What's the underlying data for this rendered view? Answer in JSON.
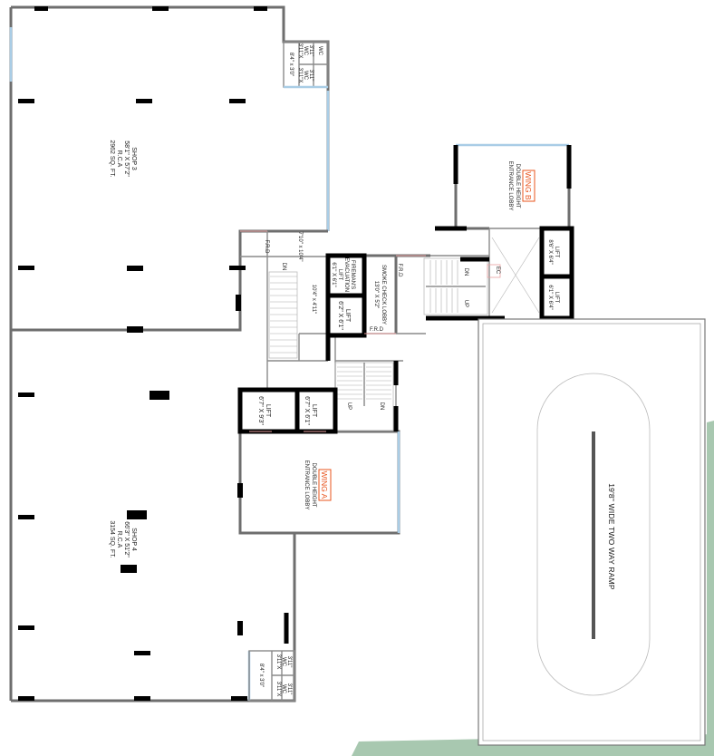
{
  "labels": {
    "shop3": [
      "SHOP 3",
      "58'1\" X 57'2\"",
      "R.C.A",
      "2962 SQ. FT."
    ],
    "shop4": [
      "SHOP 4",
      "66'3\" X 51'2\"",
      "R.C.A",
      "3154 SQ. FT."
    ],
    "wing_a": {
      "tag": "WING A",
      "lines": [
        "DOUBLE HEIGHT",
        "ENTRANCE LOBBY"
      ]
    },
    "wing_b": {
      "tag": "WING B",
      "lines": [
        "DOUBLE HEIGHT",
        "ENTRANCE LOBBY"
      ]
    },
    "ramp": "19'8\" WIDE TWO WAY RAMP",
    "lift_a1": [
      "LIFT",
      "6'7\" X 9'3\""
    ],
    "lift_a2": [
      "LIFT",
      "6'7\" X 6'1\""
    ],
    "lift_c": [
      "LIFT",
      "6'2\" X 6'1\""
    ],
    "lift_b1": [
      "LIFT",
      "8'6\" X 6'4\""
    ],
    "lift_b2": [
      "LIFT",
      "6'1\" X 6'4\""
    ],
    "firemans_lift": [
      "FIREMAN'S",
      "EVACUATION",
      "LIFT",
      "6'1\" X 6'1\""
    ],
    "smoke_lobby": [
      "SMOKE CHECK LOBBY",
      "13'0\" X 5'2\""
    ],
    "passage_top": "7'10\" x 10'4\"",
    "passage_mid": "10'4\" x 4'11\"",
    "frd": "F.R.D",
    "ec": "EC",
    "up": "UP",
    "dn": "DN",
    "wc": [
      "WC",
      "3'11\"X",
      "3'11\""
    ],
    "toilet_passage": "8'4\" x 3'0\""
  }
}
